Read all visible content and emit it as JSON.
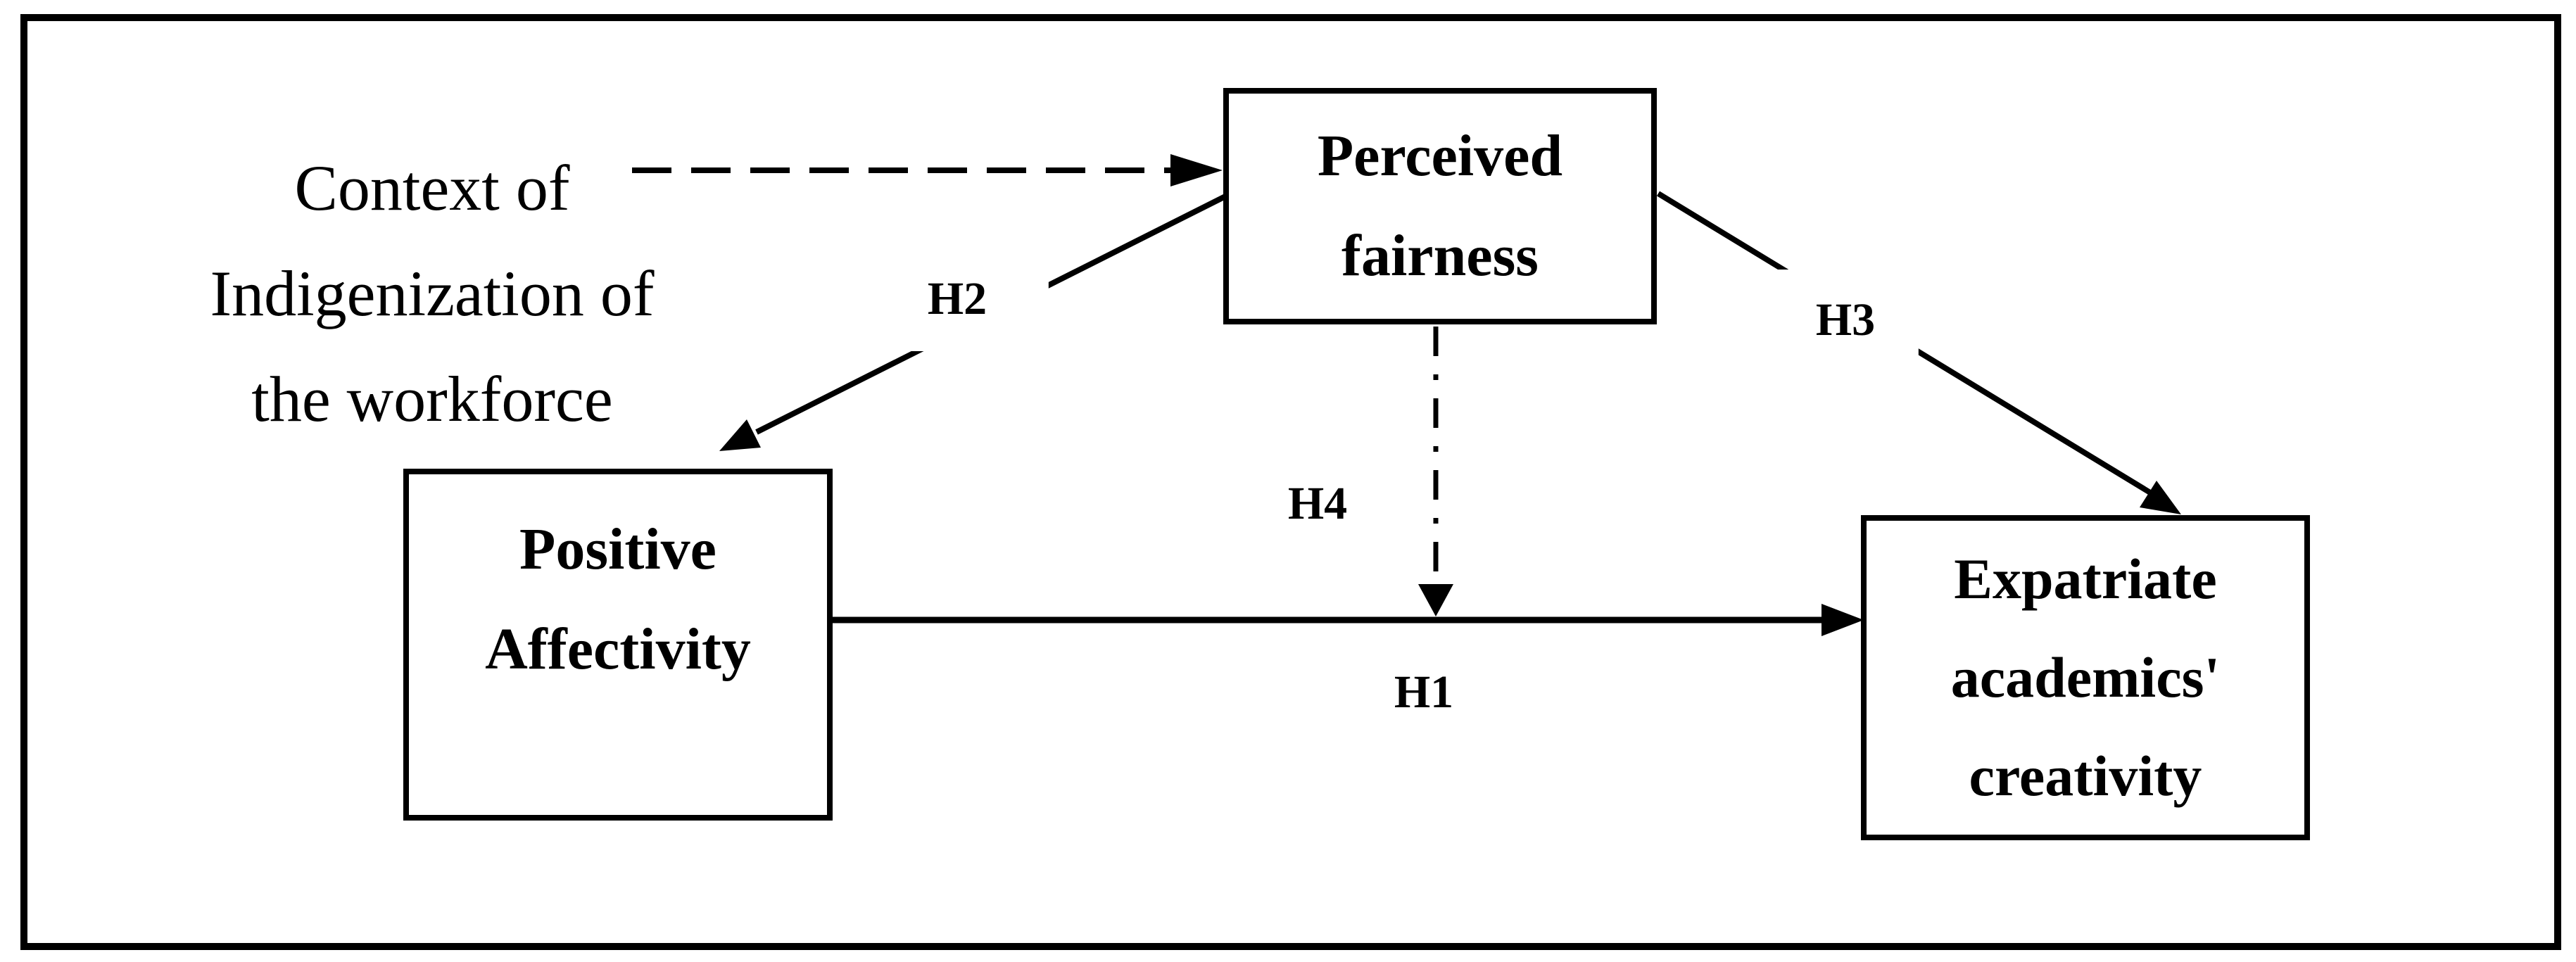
{
  "figure": {
    "colors": {
      "ink": "#000000",
      "background": "#ffffff"
    },
    "context_note": {
      "lines": [
        "Context of",
        "Indigenization of",
        "the workforce"
      ]
    },
    "boxes": {
      "perceived_fairness": {
        "lines": [
          "Perceived",
          "fairness"
        ]
      },
      "positive_affectivity": {
        "lines": [
          "Positive",
          "Affectivity"
        ]
      },
      "expatriate_creativity": {
        "lines": [
          "Expatriate",
          "academics'",
          "creativity"
        ]
      }
    },
    "path_labels": {
      "h1": "H1",
      "h2": "H2",
      "h3": "H3",
      "h4": "H4"
    }
  }
}
